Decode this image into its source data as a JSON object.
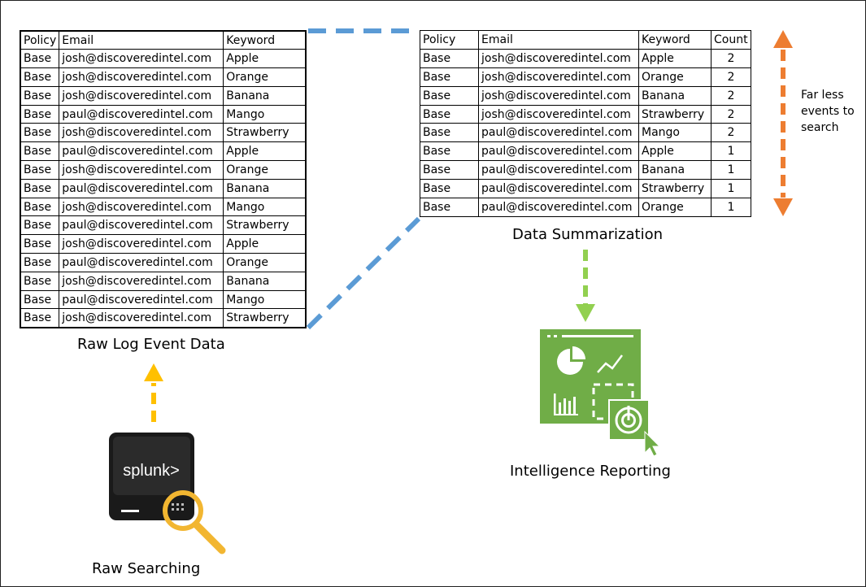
{
  "raw_table": {
    "headers": [
      "Policy",
      "Email",
      "Keyword"
    ],
    "rows": [
      [
        "Base",
        "josh@discoveredintel.com",
        "Apple"
      ],
      [
        "Base",
        "josh@discoveredintel.com",
        "Orange"
      ],
      [
        "Base",
        "josh@discoveredintel.com",
        "Banana"
      ],
      [
        "Base",
        "paul@discoveredintel.com",
        "Mango"
      ],
      [
        "Base",
        "josh@discoveredintel.com",
        "Strawberry"
      ],
      [
        "Base",
        "paul@discoveredintel.com",
        "Apple"
      ],
      [
        "Base",
        "josh@discoveredintel.com",
        "Orange"
      ],
      [
        "Base",
        "paul@discoveredintel.com",
        "Banana"
      ],
      [
        "Base",
        "josh@discoveredintel.com",
        "Mango"
      ],
      [
        "Base",
        "paul@discoveredintel.com",
        "Strawberry"
      ],
      [
        "Base",
        "josh@discoveredintel.com",
        "Apple"
      ],
      [
        "Base",
        "paul@discoveredintel.com",
        "Orange"
      ],
      [
        "Base",
        "josh@discoveredintel.com",
        "Banana"
      ],
      [
        "Base",
        "paul@discoveredintel.com",
        "Mango"
      ],
      [
        "Base",
        "josh@discoveredintel.com",
        "Strawberry"
      ]
    ],
    "caption": "Raw Log Event Data"
  },
  "summary_table": {
    "headers": [
      "Policy",
      "Email",
      "Keyword",
      "Count"
    ],
    "rows": [
      [
        "Base",
        "josh@discoveredintel.com",
        "Apple",
        "2"
      ],
      [
        "Base",
        "josh@discoveredintel.com",
        "Orange",
        "2"
      ],
      [
        "Base",
        "josh@discoveredintel.com",
        "Banana",
        "2"
      ],
      [
        "Base",
        "josh@discoveredintel.com",
        "Strawberry",
        "2"
      ],
      [
        "Base",
        "paul@discoveredintel.com",
        "Mango",
        "2"
      ],
      [
        "Base",
        "paul@discoveredintel.com",
        "Apple",
        "1"
      ],
      [
        "Base",
        "paul@discoveredintel.com",
        "Banana",
        "1"
      ],
      [
        "Base",
        "paul@discoveredintel.com",
        "Strawberry",
        "1"
      ],
      [
        "Base",
        "paul@discoveredintel.com",
        "Orange",
        "1"
      ]
    ],
    "caption": "Data Summarization"
  },
  "side_note": [
    "Far less",
    "events to",
    "search"
  ],
  "splunk_logo_text": "splunk>",
  "raw_searching_caption": "Raw Searching",
  "reporting_caption": "Intelligence Reporting",
  "colors": {
    "connector_blue": "#5b9bd5",
    "arrow_yellow": "#ffc000",
    "arrow_green": "#92d050",
    "arrow_orange": "#ed7d31",
    "report_green": "#70ad47",
    "server_black": "#1a1a1a",
    "magnifier_yellow": "#f2b631"
  },
  "icons": [
    "splunk-server-icon",
    "magnifier-icon",
    "dashboard-report-icon",
    "cursor-icon"
  ]
}
